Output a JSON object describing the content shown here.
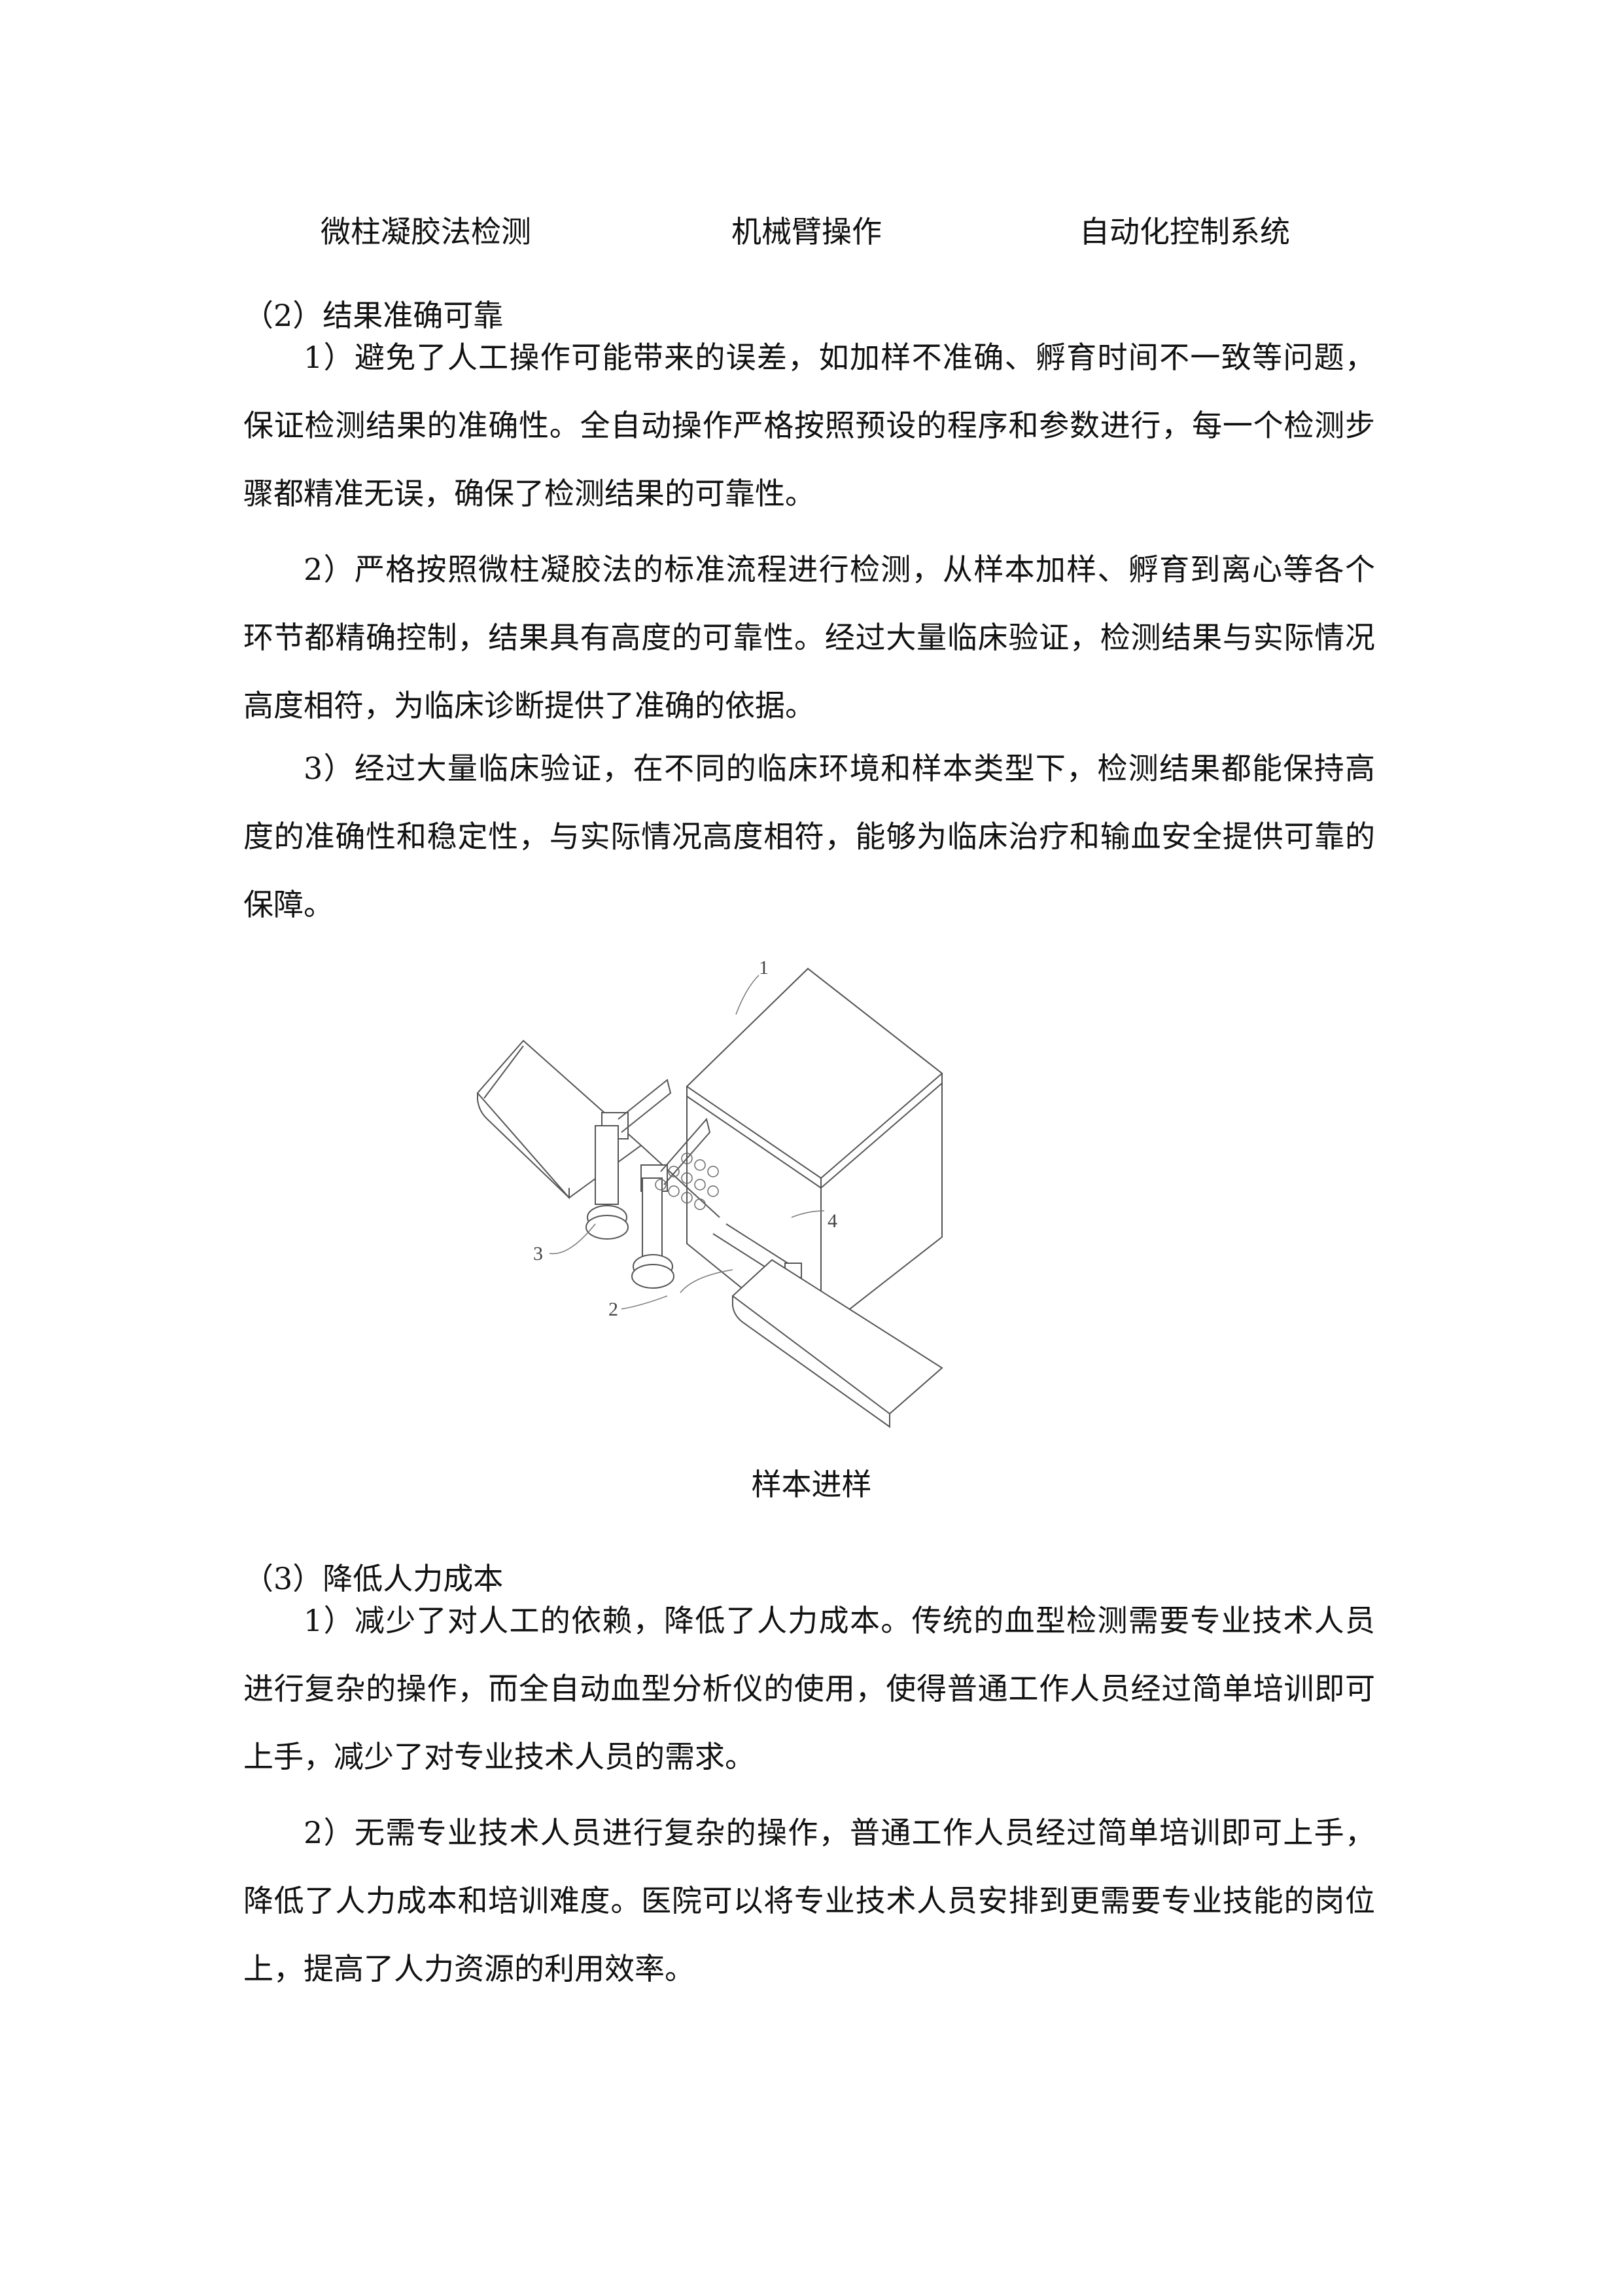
{
  "top_captions": [
    "微柱凝胶法检测",
    "机械臂操作",
    "自动化控制系统"
  ],
  "sections": [
    {
      "heading": "（2）结果准确可靠",
      "paragraphs": [
        "1）避免了人工操作可能带来的误差，如加样不准确、孵育时间不一致等问题，保证检测结果的准确性。全自动操作严格按照预设的程序和参数进行，每一个检测步骤都精准无误，确保了检测结果的可靠性。",
        "2）严格按照微柱凝胶法的标准流程进行检测，从样本加样、孵育到离心等各个环节都精确控制，结果具有高度的可靠性。经过大量临床验证，检测结果与实际情况高度相符，为临床诊断提供了准确的依据。",
        "3）经过大量临床验证，在不同的临床环境和样本类型下，检测结果都能保持高度的准确性和稳定性，与实际情况高度相符，能够为临床治疗和输血安全提供可靠的保障。"
      ]
    },
    {
      "heading": "（3）降低人力成本",
      "paragraphs": [
        "1）减少了对人工的依赖，降低了人力成本。传统的血型检测需要专业技术人员进行复杂的操作，而全自动血型分析仪的使用，使得普通工作人员经过简单培训即可上手，减少了对专业技术人员的需求。",
        "2）无需专业技术人员进行复杂的操作，普通工作人员经过简单培训即可上手，降低了人力成本和培训难度。医院可以将专业技术人员安排到更需要专业技能的岗位上，提高了人力资源的利用效率。"
      ]
    }
  ],
  "figure": {
    "caption": "样本进样",
    "labels": [
      "1",
      "2",
      "3",
      "4"
    ]
  }
}
